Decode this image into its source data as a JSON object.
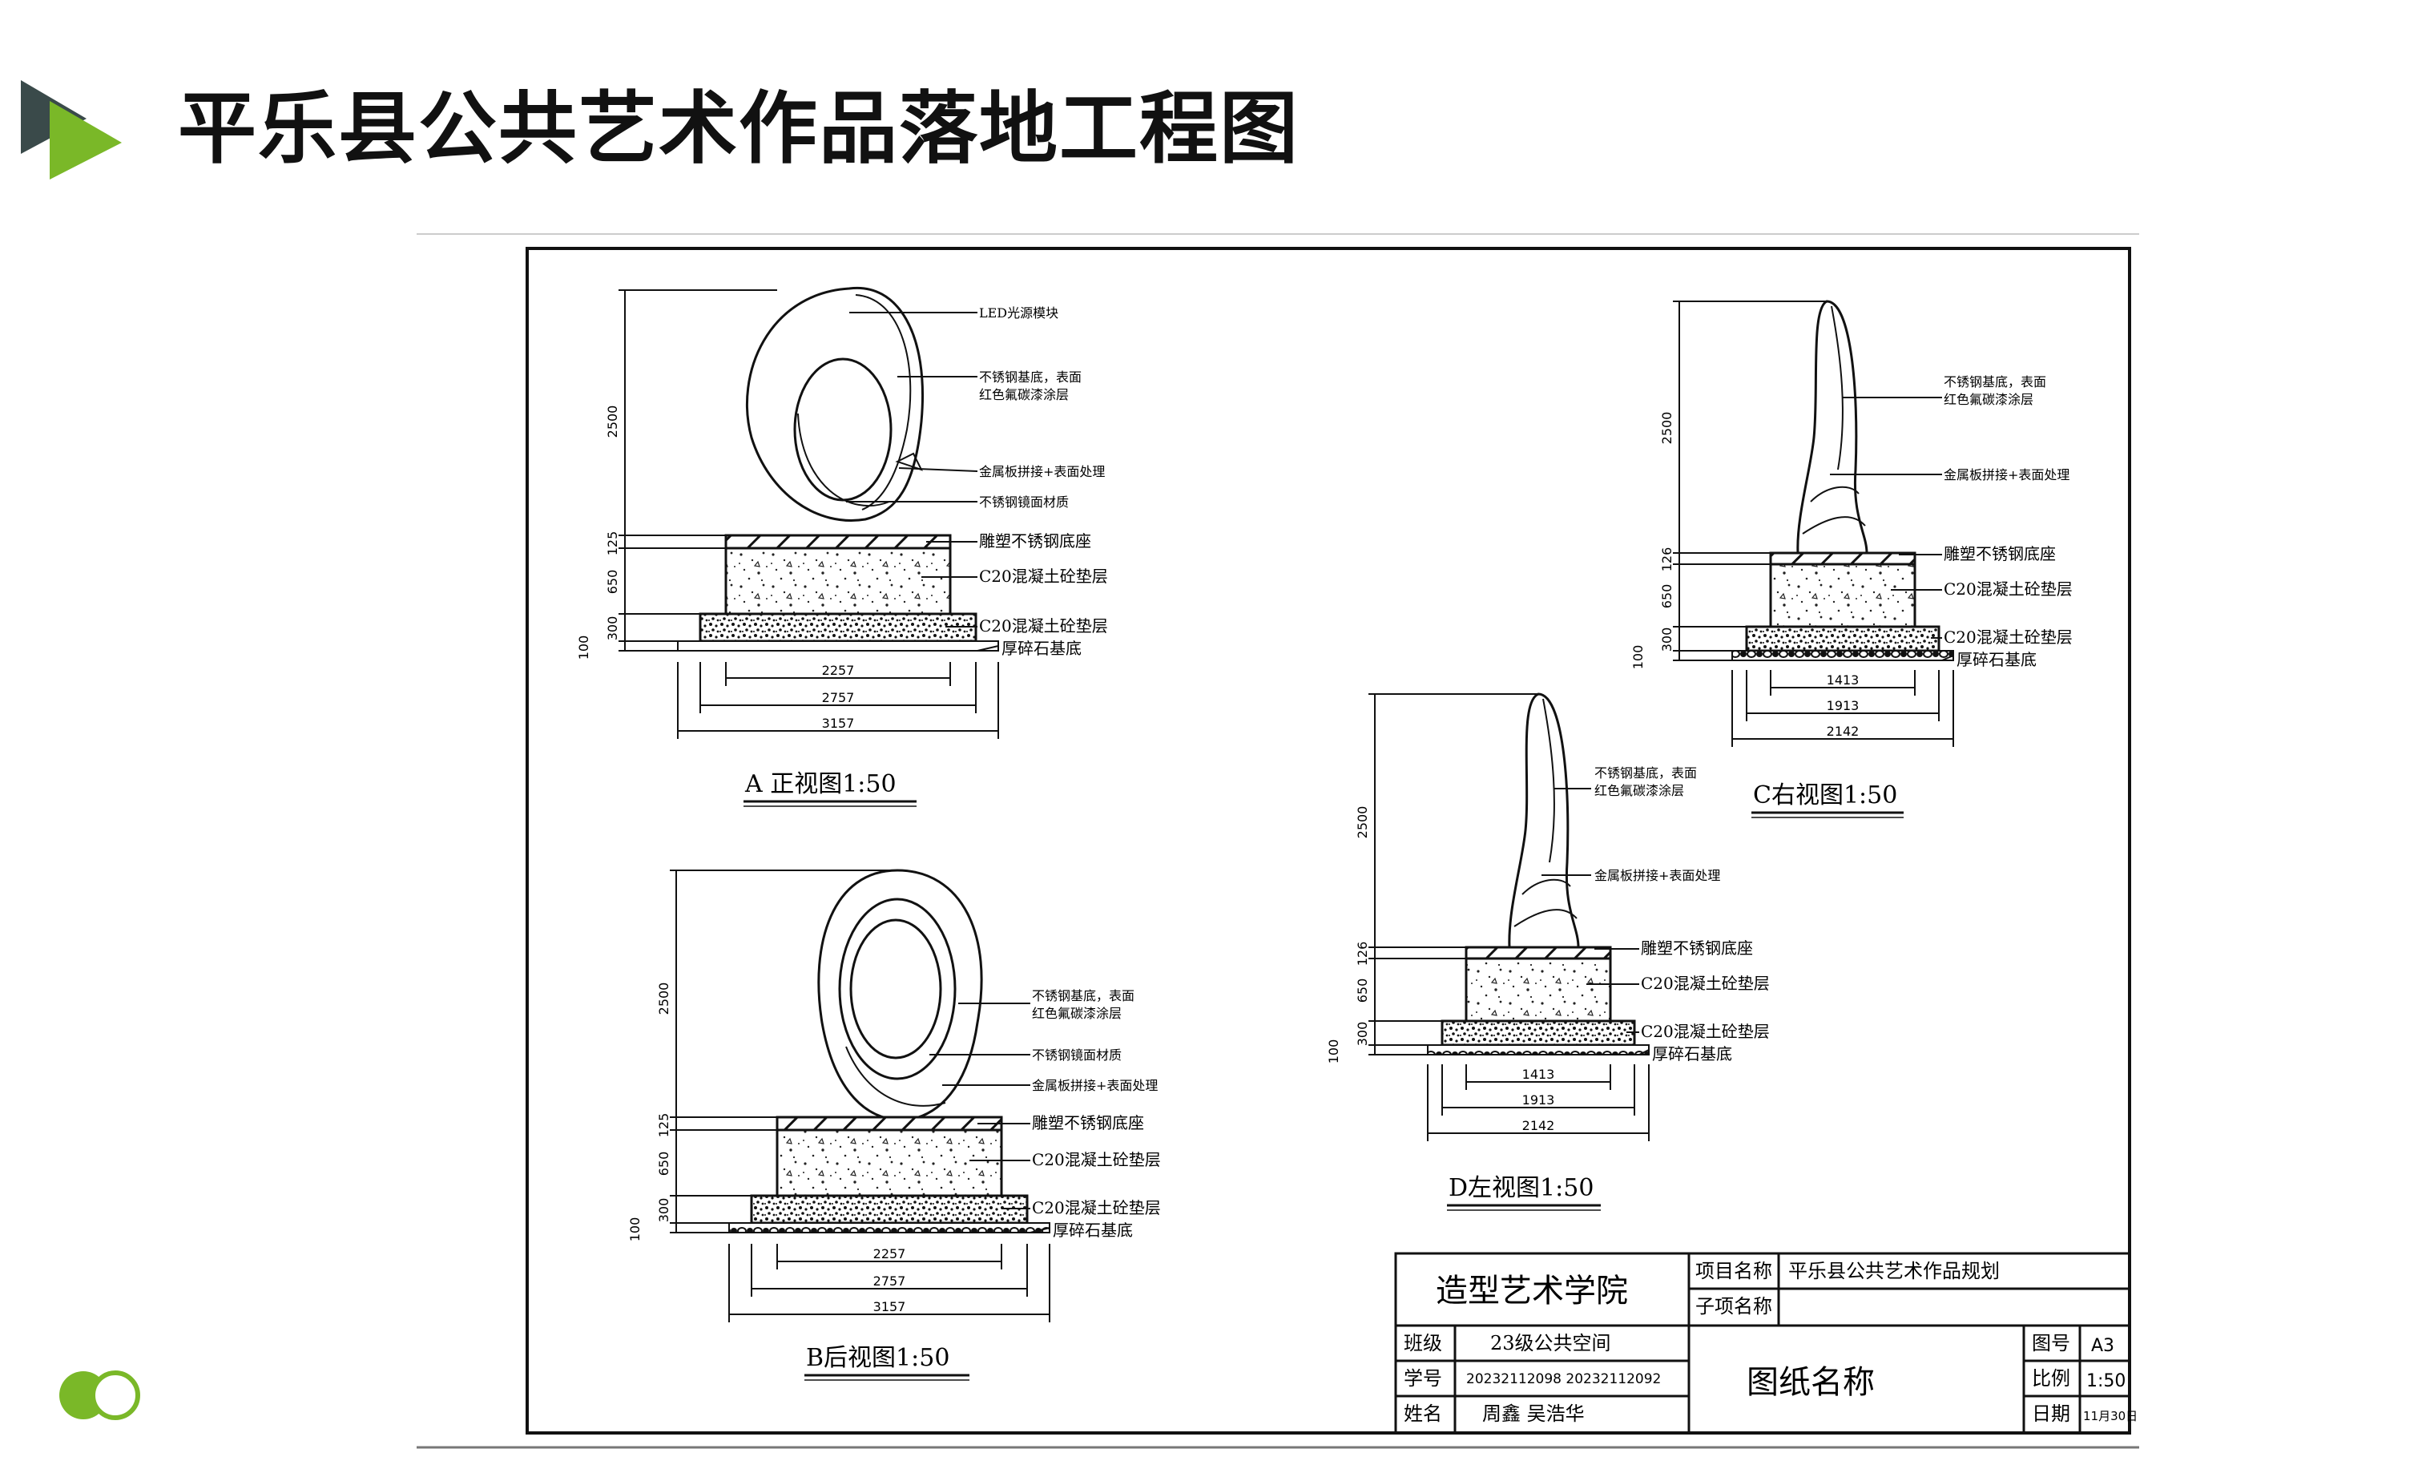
{
  "page": {
    "title": "平乐县公共艺术作品落地工程图"
  },
  "views": {
    "a": {
      "caption": "A 正视图1:50",
      "dims_v": [
        "2500",
        "125",
        "650",
        "300",
        "100"
      ],
      "dims_h": [
        "2257",
        "2757",
        "3157"
      ],
      "notes": [
        "LED光源模块",
        "不锈钢基底，表面",
        "红色氟碳漆涂层",
        "金属板拼接+表面处理",
        "不锈钢镜面材质",
        "雕塑不锈钢底座",
        "C20混凝土砼垫层",
        "C20混凝土砼垫层",
        "厚碎石基底"
      ]
    },
    "b": {
      "caption": "B后视图1:50",
      "dims_v": [
        "2500",
        "125",
        "650",
        "300",
        "100"
      ],
      "dims_h": [
        "2257",
        "2757",
        "3157"
      ],
      "notes": [
        "不锈钢基底，表面",
        "红色氟碳漆涂层",
        "不锈钢镜面材质",
        "金属板拼接+表面处理",
        "雕塑不锈钢底座",
        "C20混凝土砼垫层",
        "C20混凝土砼垫层",
        "厚碎石基底"
      ]
    },
    "c": {
      "caption": "C右视图1:50",
      "dims_v": [
        "2500",
        "126",
        "650",
        "300",
        "100"
      ],
      "dims_h": [
        "1413",
        "1913",
        "2142"
      ],
      "notes": [
        "不锈钢基底，表面",
        "红色氟碳漆涂层",
        "金属板拼接+表面处理",
        "雕塑不锈钢底座",
        "C20混凝土砼垫层",
        "C20混凝土砼垫层",
        "厚碎石基底"
      ]
    },
    "d": {
      "caption": "D左视图1:50",
      "dims_v": [
        "2500",
        "126",
        "650",
        "300",
        "100"
      ],
      "dims_h": [
        "1413",
        "1913",
        "2142"
      ],
      "notes": [
        "不锈钢基底，表面",
        "红色氟碳漆涂层",
        "金属板拼接+表面处理",
        "雕塑不锈钢底座",
        "C20混凝土砼垫层",
        "C20混凝土砼垫层",
        "厚碎石基底"
      ]
    }
  },
  "title_block": {
    "school": "造型艺术学院",
    "project_label": "项目名称",
    "project_value": "平乐县公共艺术作品规划",
    "subproject_label": "子项名称",
    "class_label": "班级",
    "class_value": "23级公共空间",
    "id_label": "学号",
    "id_value": "20232112098  20232112092",
    "name_label": "姓名",
    "name_value": "周鑫      吴浩华",
    "drawing_name": "图纸名称",
    "sheet_label": "图号",
    "sheet_value": "A3",
    "scale_label": "比例",
    "scale_value": "1:50",
    "date_label": "日期",
    "date_value": "11月30日"
  },
  "colors": {
    "accent_green": "#7ab828",
    "dark_slate": "#3a4a4a"
  }
}
